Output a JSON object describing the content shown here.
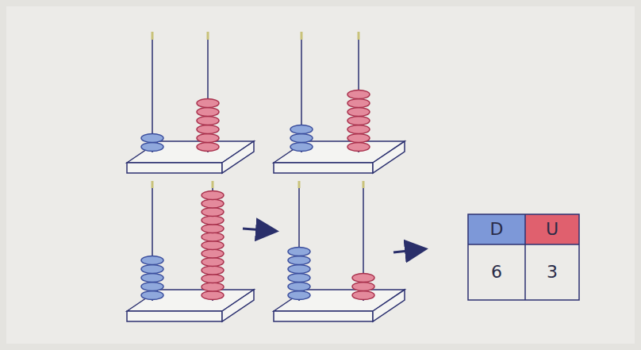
{
  "diagram": {
    "labels": [
      "D",
      "U",
      "6",
      "3"
    ]
  }
}
